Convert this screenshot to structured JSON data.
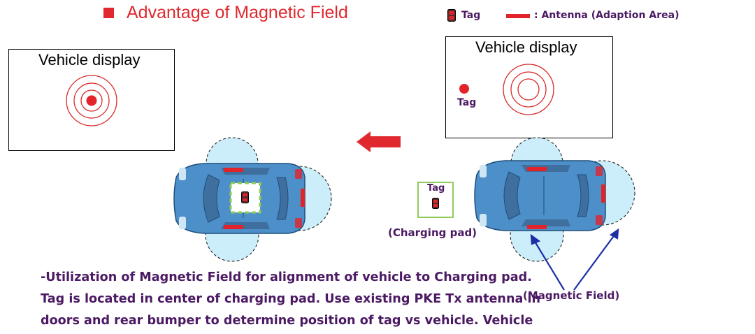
{
  "title": "Advantage of Magnetic Field",
  "legend": {
    "tag_label": "Tag",
    "antenna_label": ": Antenna (Adaption Area)"
  },
  "left_display": {
    "title": "Vehicle display"
  },
  "right_display": {
    "title": "Vehicle display",
    "tag_label": "Tag"
  },
  "charging_pad": {
    "tag_label": "Tag",
    "label": "(Charging pad)"
  },
  "magnetic_field_label": "(Magnetic Field)",
  "description": [
    "-Utilization of Magnetic Field for alignment of vehicle to Charging pad.",
    "Tag is located in center of charging pad. Use existing PKE Tx antenna in",
    "doors and rear bumper to determine position of tag vs vehicle. Vehicle"
  ],
  "colors": {
    "title_red": "#e0282e",
    "text_purple": "#4b1a63",
    "arrow_blue": "#1c2fa6",
    "field_blue": "#cbeefa",
    "car_blue": "#4d8fc9",
    "antenna_red": "#e3232a",
    "pad_green": "#8fcc5a"
  }
}
